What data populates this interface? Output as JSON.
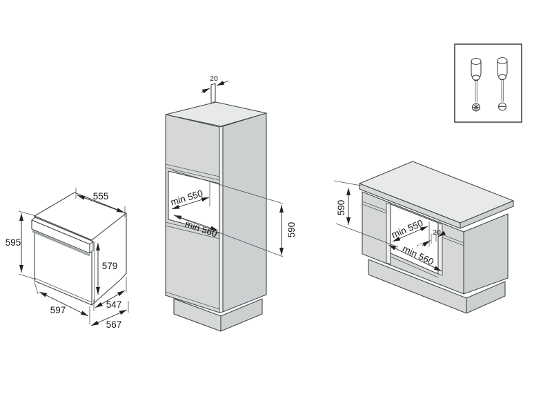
{
  "diagram": {
    "oven": {
      "body_width": "555",
      "height": "595",
      "door_height": "579",
      "front_width": "597",
      "body_depth": "547",
      "total_depth": "567"
    },
    "tall_unit": {
      "top_vent_gap": "20",
      "niche_depth": "min 550",
      "niche_width": "min 560",
      "niche_height": "590"
    },
    "base_unit": {
      "installation_height": "590",
      "niche_depth": "min 550",
      "niche_width": "min 560",
      "rear_vent_gap": "20"
    },
    "tools": {
      "items": [
        "phillips-screwdriver",
        "slotted-screwdriver"
      ]
    }
  },
  "colors": {
    "background": "#ffffff",
    "outline": "#41464a",
    "dimension": "#222222",
    "face_top": "#e8eaea",
    "face_front": "#d6d8d8",
    "face_side": "#cdd0d0",
    "handle": "#9aa0a3"
  }
}
